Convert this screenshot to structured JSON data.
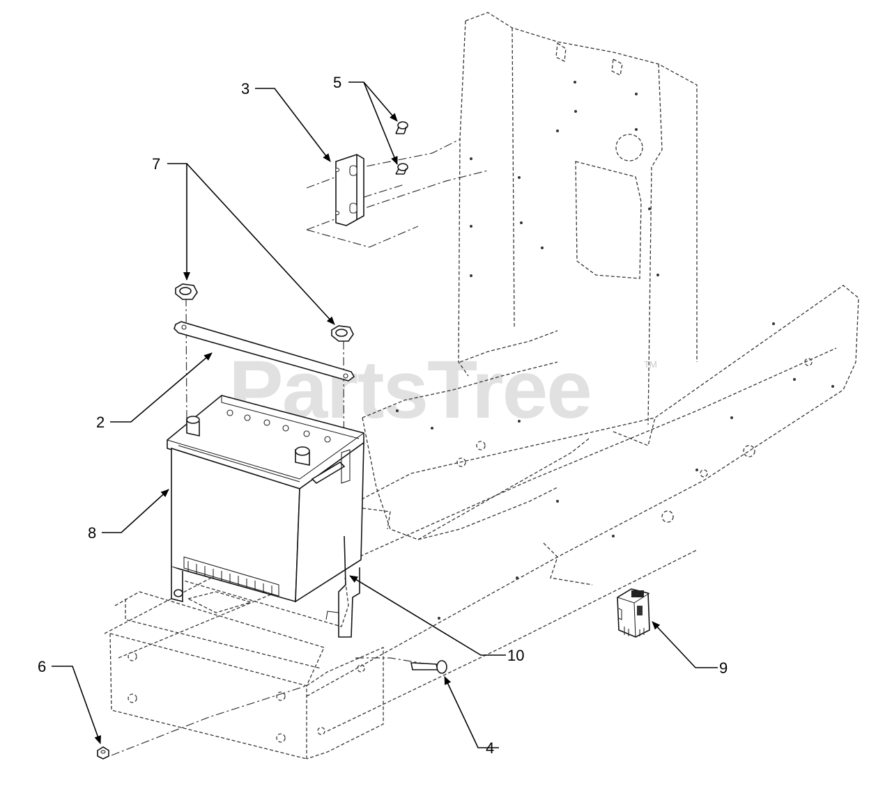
{
  "watermark": {
    "text": "PartsTree",
    "mark": "TM"
  },
  "callouts": [
    {
      "id": "2",
      "label": "2"
    },
    {
      "id": "3",
      "label": "3"
    },
    {
      "id": "4",
      "label": "4"
    },
    {
      "id": "5",
      "label": "5"
    },
    {
      "id": "6",
      "label": "6"
    },
    {
      "id": "7",
      "label": "7"
    },
    {
      "id": "8",
      "label": "8"
    },
    {
      "id": "9",
      "label": "9"
    },
    {
      "id": "10",
      "label": "10"
    }
  ]
}
